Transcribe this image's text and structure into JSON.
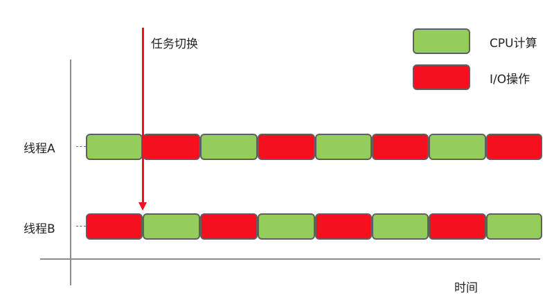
{
  "legend": {
    "items": [
      {
        "label": "CPU计算",
        "color": "#94cd5b"
      },
      {
        "label": "I/O操作",
        "color": "#f5101e"
      }
    ]
  },
  "annotation": {
    "task_switch_label": "任务切换",
    "arrow_color": "#f5101e"
  },
  "axis": {
    "x_label": "时间"
  },
  "threads": [
    {
      "label": "线程A",
      "blocks": [
        "cpu",
        "io",
        "cpu",
        "io",
        "cpu",
        "io",
        "cpu",
        "io"
      ]
    },
    {
      "label": "线程B",
      "blocks": [
        "io",
        "cpu",
        "io",
        "cpu",
        "io",
        "cpu",
        "io",
        "cpu"
      ]
    }
  ],
  "colors": {
    "cpu": "#94cd5b",
    "io": "#f5101e",
    "border": "#5f5f5f",
    "axis": "#8c8c8c"
  }
}
